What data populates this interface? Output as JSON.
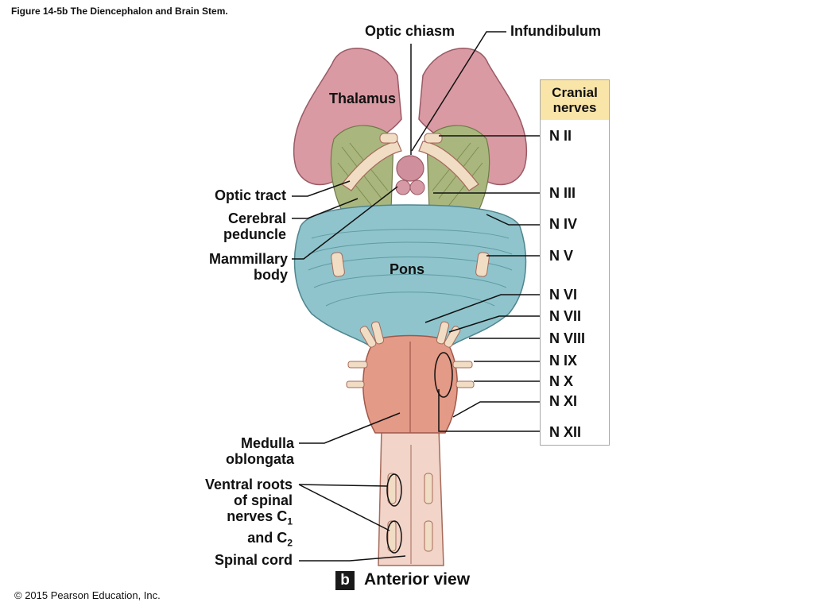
{
  "figure_title": "Figure 14-5b The Diencephalon and Brain Stem.",
  "copyright": "© 2015 Pearson Education, Inc.",
  "labels": {
    "optic_chiasm": "Optic chiasm",
    "infundibulum": "Infundibulum",
    "thalamus": "Thalamus",
    "optic_tract": "Optic tract",
    "cerebral_peduncle_1": "Cerebral",
    "cerebral_peduncle_2": "peduncle",
    "mammillary_body_1": "Mammillary",
    "mammillary_body_2": "body",
    "pons": "Pons",
    "medulla_1": "Medulla",
    "medulla_2": "oblongata",
    "ventral_roots_1": "Ventral roots",
    "ventral_roots_2": "of spinal",
    "ventral_roots_3": "nerves C",
    "ventral_roots_3_sub": "1",
    "ventral_roots_4": "and C",
    "ventral_roots_4_sub": "2",
    "spinal_cord": "Spinal cord"
  },
  "cranial_nerves": {
    "header_1": "Cranial",
    "header_2": "nerves",
    "items": [
      "N II",
      "N III",
      "N IV",
      "N V",
      "N VI",
      "N VII",
      "N VIII",
      "N IX",
      "N X",
      "N XI",
      "N XII"
    ]
  },
  "panel": {
    "letter": "b",
    "view": "Anterior view"
  },
  "colors": {
    "thalamus": "#d99aa3",
    "peduncle": "#a9b77e",
    "pons": "#8fc4cc",
    "medulla": "#e39a86",
    "nerve": "#f1dcc4",
    "header_fill": "#fae5a8"
  }
}
